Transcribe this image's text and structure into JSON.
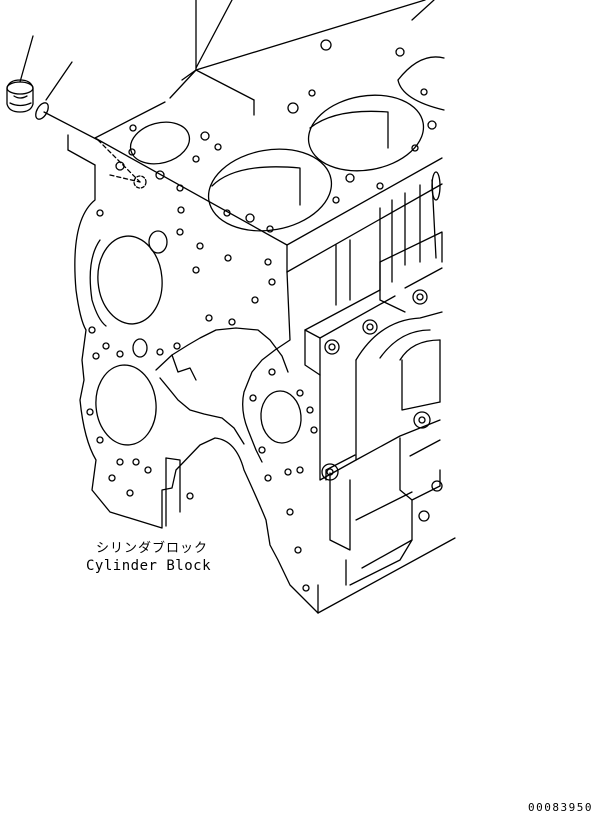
{
  "labels": {
    "part_name_jp": "シリンダブロック",
    "part_name_en": "Cylinder Block"
  },
  "drawing_number": "00083950",
  "colors": {
    "line": "#000000",
    "background": "#ffffff"
  }
}
